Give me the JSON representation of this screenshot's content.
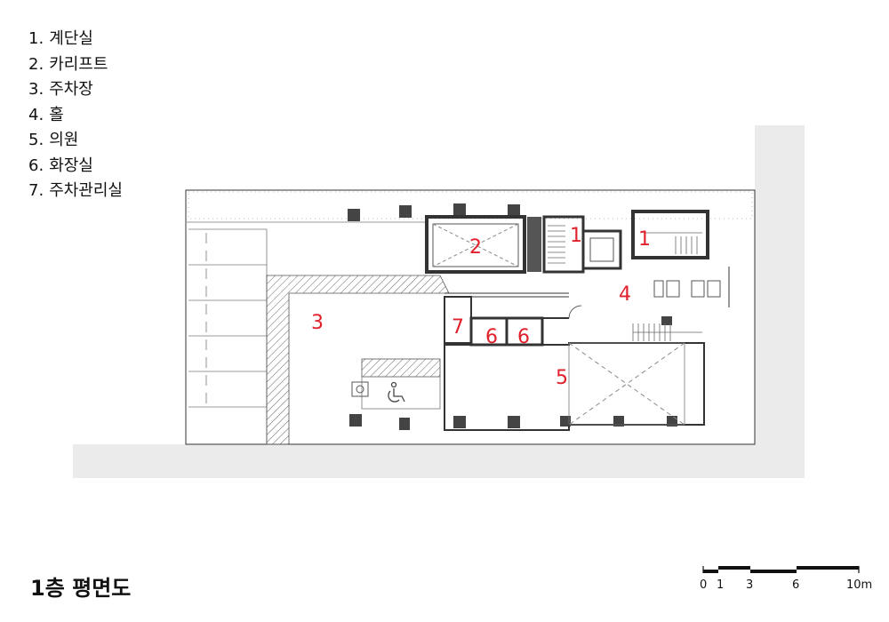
{
  "legend": [
    {
      "num": "1.",
      "name": "계단실"
    },
    {
      "num": "2.",
      "name": "카리프트"
    },
    {
      "num": "3.",
      "name": "주차장"
    },
    {
      "num": "4.",
      "name": "홀"
    },
    {
      "num": "5.",
      "name": "의원"
    },
    {
      "num": "6.",
      "name": "화장실"
    },
    {
      "num": "7.",
      "name": "주차관리실"
    }
  ],
  "plan_labels": {
    "stair_a": "1",
    "stair_b": "1",
    "car_lift": "2",
    "parking": "3",
    "hall": "4",
    "clinic": "5",
    "toilet_a": "6",
    "toilet_b": "6",
    "parking_office": "7"
  },
  "title": "1층 평면도",
  "scale": {
    "ticks": [
      "0",
      "1",
      "3",
      "6",
      "10m"
    ]
  },
  "colors": {
    "label_red": "#e0202a",
    "site_gray": "#ebebeb",
    "line": "#333333"
  },
  "icons": {
    "accessible_parking": "wheelchair-icon"
  }
}
